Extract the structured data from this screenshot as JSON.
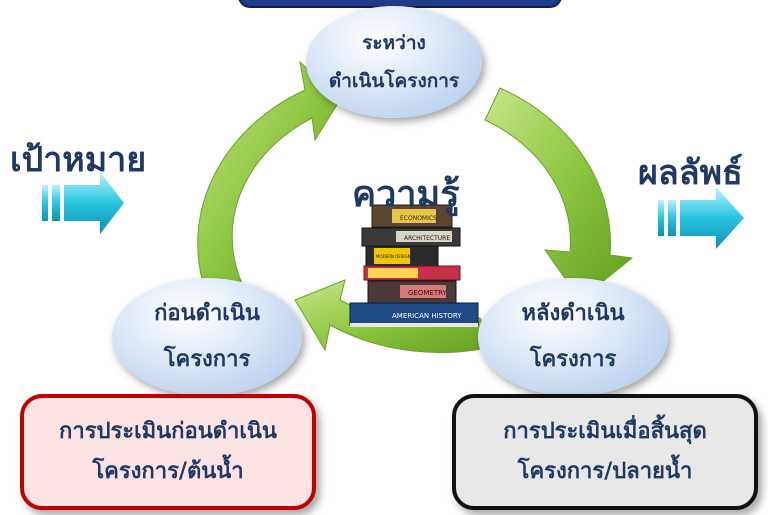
{
  "center_label": "ความรู้",
  "left_label": "เป้าหมาย",
  "right_label": "ผลลัพธ์",
  "stages": {
    "top": [
      "ระหว่าง",
      "ดำเนินโครงการ"
    ],
    "left": [
      "ก่อนดำเนิน",
      "โครงการ"
    ],
    "right": [
      "หลังดำเนิน",
      "โครงการ"
    ]
  },
  "boxes": {
    "left": [
      "การประเมินก่อนดำเนิน",
      "โครงการ/ต้นน้ำ"
    ],
    "right": [
      "การประเมินเมื่อสิ้นสุด",
      "โครงการ/ปลายน้ำ"
    ]
  },
  "books": [
    "ECONOMICS",
    "ARCHITECTURE",
    "MODERN DESIGN",
    "",
    "GEOMETRY",
    "AMERICAN HISTORY"
  ],
  "colors": {
    "cycle_green": "#8dc63f",
    "text_navy": "#1f3864",
    "arrow_cyan": "#29c4e0",
    "left_box_fill": "#fde4e4",
    "left_box_border": "#c00000",
    "right_box_fill": "#e8e8e8",
    "right_box_border": "#111111"
  }
}
